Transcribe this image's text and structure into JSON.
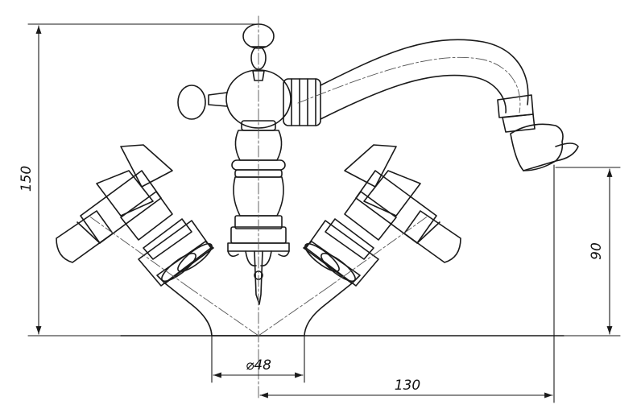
{
  "dimensions": {
    "height_total": "150",
    "spout_height": "90",
    "base_diameter": "⌀48",
    "spout_reach": "130"
  },
  "colors": {
    "line": "#1a1a1a",
    "centerline": "#555555",
    "background": "#ffffff"
  }
}
